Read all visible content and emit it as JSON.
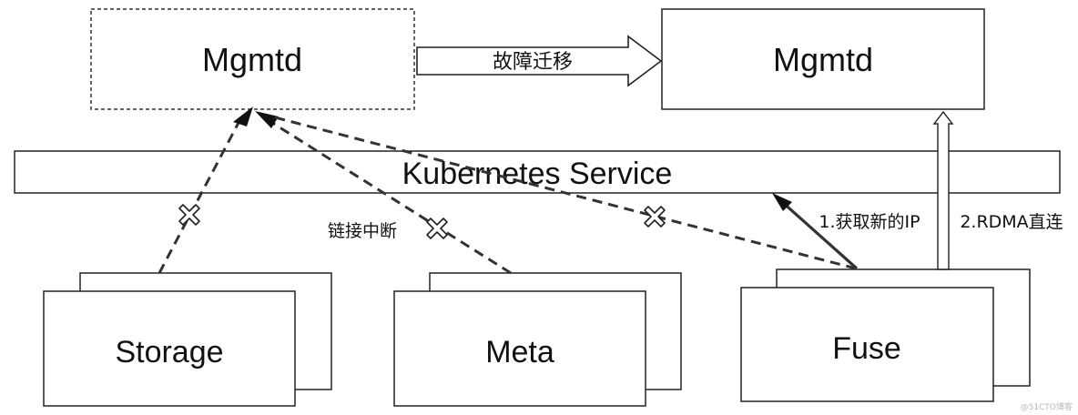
{
  "colors": {
    "stroke": "#111111",
    "dashed_stroke": "#333333",
    "background": "#ffffff"
  },
  "boxes": {
    "mgmtd_old": "Mgmtd",
    "mgmtd_new": "Mgmtd",
    "service": "Kubernetes Service",
    "storage": "Storage",
    "meta": "Meta",
    "fuse": "Fuse"
  },
  "labels": {
    "failover": "故障迁移",
    "link_broken": "链接中断",
    "get_new_ip": "1.获取新的IP",
    "rdma_direct": "2.RDMA直连"
  },
  "markers": {
    "broken_icon": "cross-icon"
  },
  "watermark": "@51CTO博客"
}
